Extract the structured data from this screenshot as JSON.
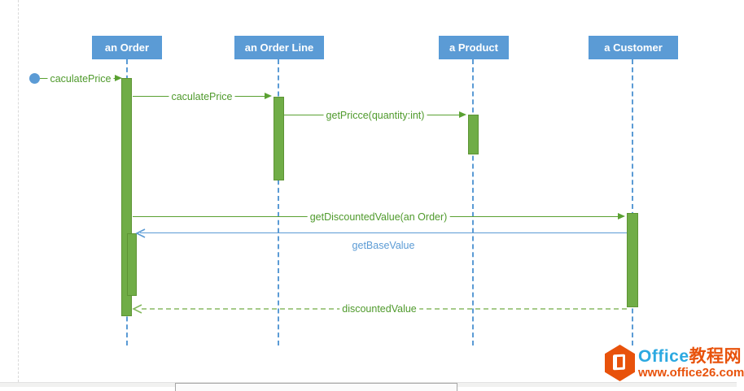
{
  "diagram": {
    "actors": [
      {
        "label": "an Order"
      },
      {
        "label": "an Order Line"
      },
      {
        "label": "a Product"
      },
      {
        "label": "a Customer"
      }
    ],
    "messages": [
      {
        "label": "caculatePrice",
        "kind": "found-message"
      },
      {
        "label": "caculatePrice",
        "kind": "sync-call"
      },
      {
        "label": "getPricce(quantity:int)",
        "kind": "sync-call"
      },
      {
        "label": "getDiscountedValue(an Order)",
        "kind": "sync-call"
      },
      {
        "label": "getBaseValue",
        "kind": "reply-call"
      },
      {
        "label": "discountedValue",
        "kind": "return-message"
      }
    ],
    "colors": {
      "actor_fill": "#5b9bd5",
      "lifeline": "#5b9bd5",
      "activation_fill": "#70ad47",
      "activation_border": "#5d9434",
      "message_green": "#4f9a2c",
      "message_blue": "#5b9bd5",
      "return_dash": "#a6cb8a"
    }
  },
  "watermark": {
    "brand_en": "Office",
    "brand_cn": "教程网",
    "url": "www.office26.com",
    "logo_color": "#e8520b",
    "brand_en_color": "#2ca9e1",
    "brand_cn_color": "#e8520b"
  }
}
